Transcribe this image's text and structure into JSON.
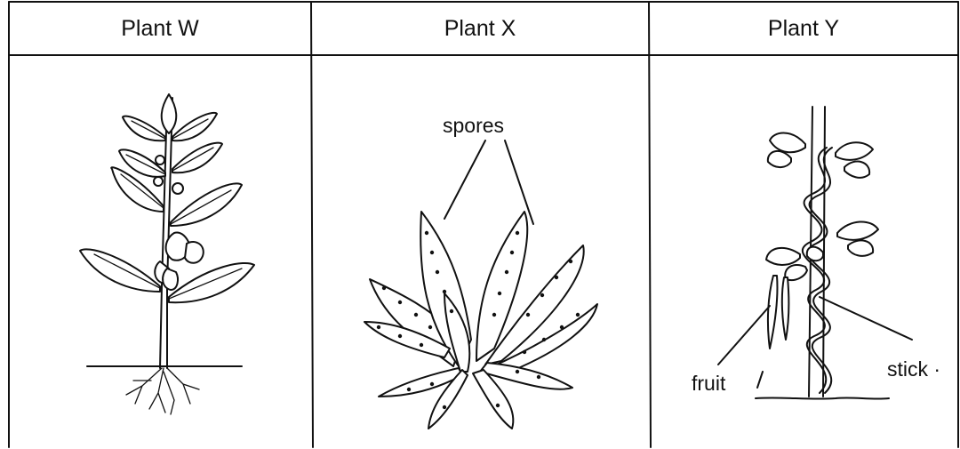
{
  "columns": [
    {
      "title": "Plant W"
    },
    {
      "title": "Plant X",
      "labels": {
        "spores": "spores"
      }
    },
    {
      "title": "Plant Y",
      "labels": {
        "fruit": "fruit",
        "stick": "stick ·"
      }
    }
  ]
}
